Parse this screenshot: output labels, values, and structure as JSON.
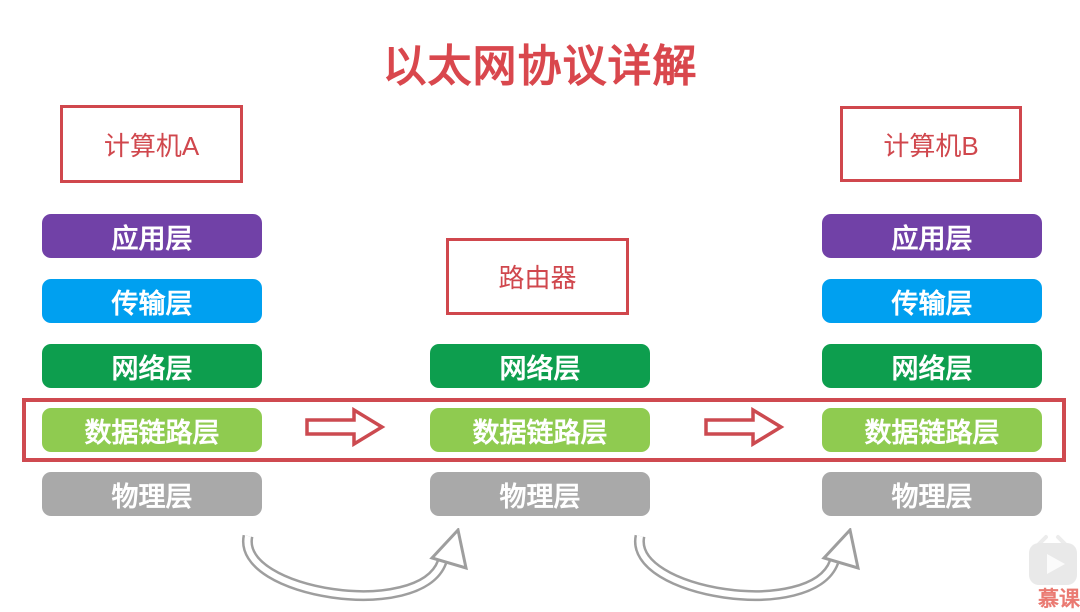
{
  "title": "以太网协议详解",
  "colors": {
    "application": "#7141a7",
    "transport": "#00a0f0",
    "network": "#0d9e4e",
    "datalink": "#8fcb50",
    "physical": "#a9a9a9",
    "red_accent": "#d0474d"
  },
  "nodes": {
    "computer_a": {
      "label": "计算机A",
      "layers": [
        "应用层",
        "传输层",
        "网络层",
        "数据链路层",
        "物理层"
      ]
    },
    "router": {
      "label": "路由器",
      "layers": [
        "网络层",
        "数据链路层",
        "物理层"
      ]
    },
    "computer_b": {
      "label": "计算机B",
      "layers": [
        "应用层",
        "传输层",
        "网络层",
        "数据链路层",
        "物理层"
      ]
    }
  },
  "watermark": {
    "text": "慕课网"
  }
}
